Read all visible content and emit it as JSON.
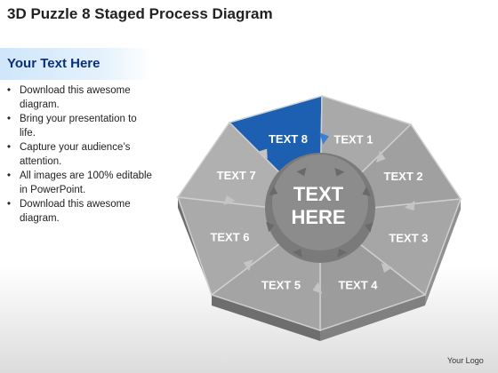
{
  "title": "3D Puzzle 8 Staged Process Diagram",
  "subheading": "Your Text Here",
  "bullets": [
    "Download this awesome diagram.",
    "Bring your presentation to life.",
    "Capture your audience’s attention.",
    "All images are 100% editable in PowerPoint.",
    "Download this awesome diagram."
  ],
  "diagram": {
    "center_line1": "TEXT",
    "center_line2": "HERE",
    "segments": [
      "TEXT 8",
      "TEXT 1",
      "TEXT 2",
      "TEXT 3",
      "TEXT 4",
      "TEXT 5",
      "TEXT 6",
      "TEXT 7"
    ],
    "highlight_segment": "TEXT 8",
    "colors": {
      "highlight": "#1d5fb0",
      "piece": "#a8a8a8",
      "piece_dark": "#8a8a8a",
      "hub": "#7a7a7a",
      "side": "#6e6e6e"
    }
  },
  "logo": "Your Logo"
}
